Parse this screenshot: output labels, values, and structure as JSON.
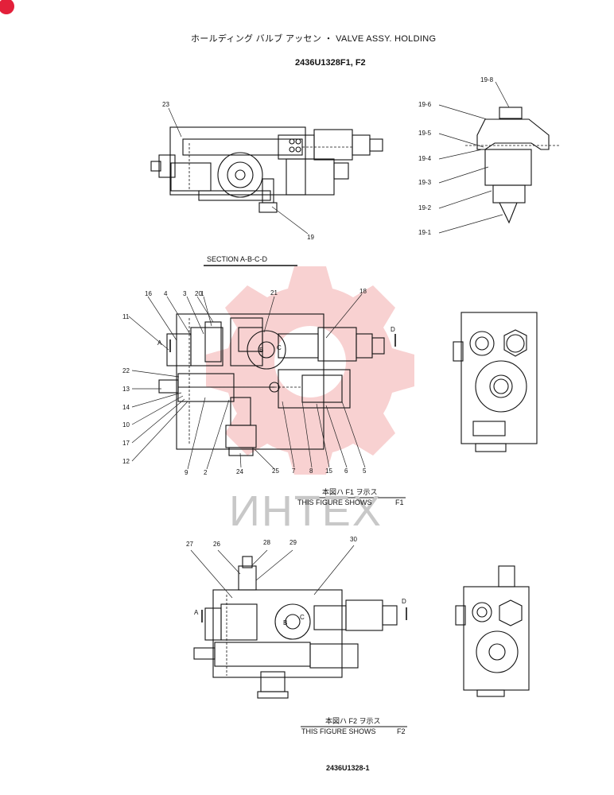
{
  "header": {
    "title": "ホールディング バルブ アッセン ・ VALVE ASSY. HOLDING",
    "part_code": "2436U1328F1, F2"
  },
  "top_view": {
    "labels": [
      "23",
      "19"
    ],
    "detail_labels": [
      "19-8",
      "19-6",
      "19-5",
      "19-4",
      "19-3",
      "19-2",
      "19-1"
    ]
  },
  "section_view": {
    "section_title": "SECTION A-B-C-D",
    "labels": [
      "16",
      "4",
      "3",
      "1",
      "20",
      "21",
      "18",
      "11",
      "22",
      "13",
      "14",
      "10",
      "17",
      "12",
      "9",
      "2",
      "24",
      "25",
      "7",
      "8",
      "15",
      "6",
      "5"
    ],
    "markers": [
      "A",
      "D",
      "B",
      "C"
    ],
    "caption_jp": "本図ハ F1 ヲ示ス",
    "caption_en": "THIS FIGURE SHOWS",
    "caption_code": "F1"
  },
  "bottom_view": {
    "labels": [
      "27",
      "26",
      "28",
      "29",
      "30"
    ],
    "markers": [
      "A",
      "D",
      "B",
      "C"
    ],
    "caption_jp": "本図ハ F2 ヲ示ス",
    "caption_en": "THIS FIGURE SHOWS",
    "caption_code": "F2"
  },
  "footer": {
    "drawing_number": "2436U1328-1"
  },
  "watermark": {
    "text": "ИНТЕХ",
    "color": "#f4b6b6"
  }
}
